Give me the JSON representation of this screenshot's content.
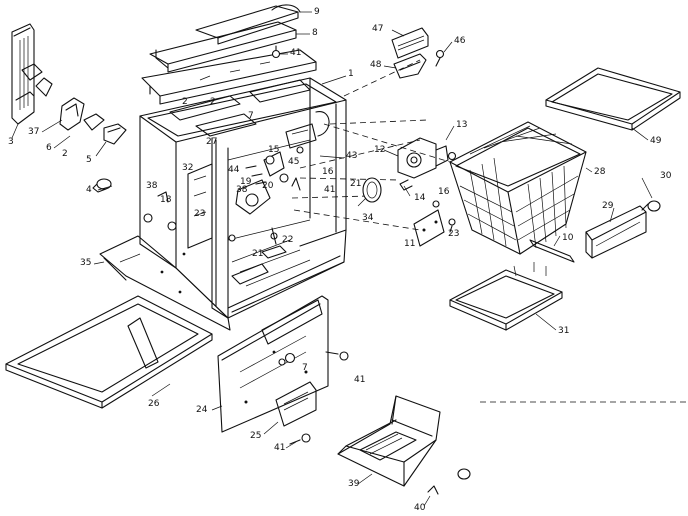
{
  "callouts": [
    {
      "id": "c9",
      "text": "9"
    },
    {
      "id": "c8",
      "text": "8"
    },
    {
      "id": "c41a",
      "text": "41"
    },
    {
      "id": "c1",
      "text": "1"
    },
    {
      "id": "c47",
      "text": "47"
    },
    {
      "id": "c46",
      "text": "46"
    },
    {
      "id": "c48",
      "text": "48"
    },
    {
      "id": "c49",
      "text": "49"
    },
    {
      "id": "c3",
      "text": "3"
    },
    {
      "id": "c37",
      "text": "37"
    },
    {
      "id": "c6",
      "text": "6"
    },
    {
      "id": "c2a",
      "text": "2"
    },
    {
      "id": "c5",
      "text": "5"
    },
    {
      "id": "c4",
      "text": "4"
    },
    {
      "id": "c2b",
      "text": "2"
    },
    {
      "id": "c2c",
      "text": "2"
    },
    {
      "id": "c7a",
      "text": "7"
    },
    {
      "id": "c27",
      "text": "27"
    },
    {
      "id": "c13",
      "text": "13"
    },
    {
      "id": "c12",
      "text": "12"
    },
    {
      "id": "c43",
      "text": "43"
    },
    {
      "id": "c15",
      "text": "15"
    },
    {
      "id": "c45",
      "text": "45"
    },
    {
      "id": "c16a",
      "text": "16"
    },
    {
      "id": "c44",
      "text": "44"
    },
    {
      "id": "c19",
      "text": "19"
    },
    {
      "id": "c20",
      "text": "20"
    },
    {
      "id": "c41b",
      "text": "41"
    },
    {
      "id": "c21a",
      "text": "21"
    },
    {
      "id": "c28",
      "text": "28"
    },
    {
      "id": "c14",
      "text": "14"
    },
    {
      "id": "c16b",
      "text": "16"
    },
    {
      "id": "c23a",
      "text": "23"
    },
    {
      "id": "c30",
      "text": "30"
    },
    {
      "id": "c38a",
      "text": "38"
    },
    {
      "id": "c32",
      "text": "32"
    },
    {
      "id": "c18",
      "text": "18"
    },
    {
      "id": "c23b",
      "text": "23"
    },
    {
      "id": "c38b",
      "text": "38"
    },
    {
      "id": "c22",
      "text": "22"
    },
    {
      "id": "c34",
      "text": "34"
    },
    {
      "id": "c11",
      "text": "11"
    },
    {
      "id": "c29",
      "text": "29"
    },
    {
      "id": "c10",
      "text": "10"
    },
    {
      "id": "c35",
      "text": "35"
    },
    {
      "id": "c21b",
      "text": "21"
    },
    {
      "id": "c31",
      "text": "31"
    },
    {
      "id": "c7b",
      "text": "7"
    },
    {
      "id": "c41c",
      "text": "41"
    },
    {
      "id": "c24",
      "text": "24"
    },
    {
      "id": "c26",
      "text": "26"
    },
    {
      "id": "c25",
      "text": "25"
    },
    {
      "id": "c41d",
      "text": "41"
    },
    {
      "id": "c39",
      "text": "39"
    },
    {
      "id": "c40",
      "text": "40"
    }
  ]
}
